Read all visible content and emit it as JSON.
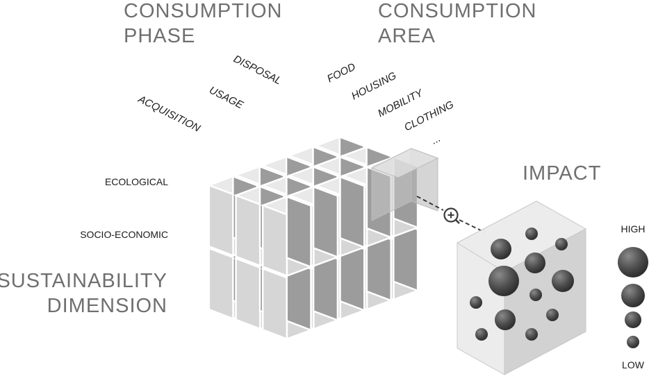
{
  "headings": {
    "phase_line1": "CONSUMPTION",
    "phase_line2": "PHASE",
    "area_line1": "CONSUMPTION",
    "area_line2": "AREA",
    "dimension_line1": "SUSTAINABILITY",
    "dimension_line2": "DIMENSION",
    "impact": "IMPACT"
  },
  "phases": [
    "ACQUISITION",
    "USAGE",
    "DISPOSAL"
  ],
  "areas": [
    "FOOD",
    "HOUSING",
    "MOBILITY",
    "CLOTHING",
    "..."
  ],
  "dimensions": [
    "ECOLOGICAL",
    "SOCIO-ECONOMIC"
  ],
  "legend": {
    "high": "HIGH",
    "low": "LOW"
  },
  "icons": {
    "zoom": "magnifier-plus-icon"
  },
  "colors": {
    "heading": "#6f6f6f",
    "cube_top": "#e9e9e9",
    "cube_left": "#d6d6d6",
    "cube_right": "#9c9c9c",
    "bubble": "#555555"
  }
}
